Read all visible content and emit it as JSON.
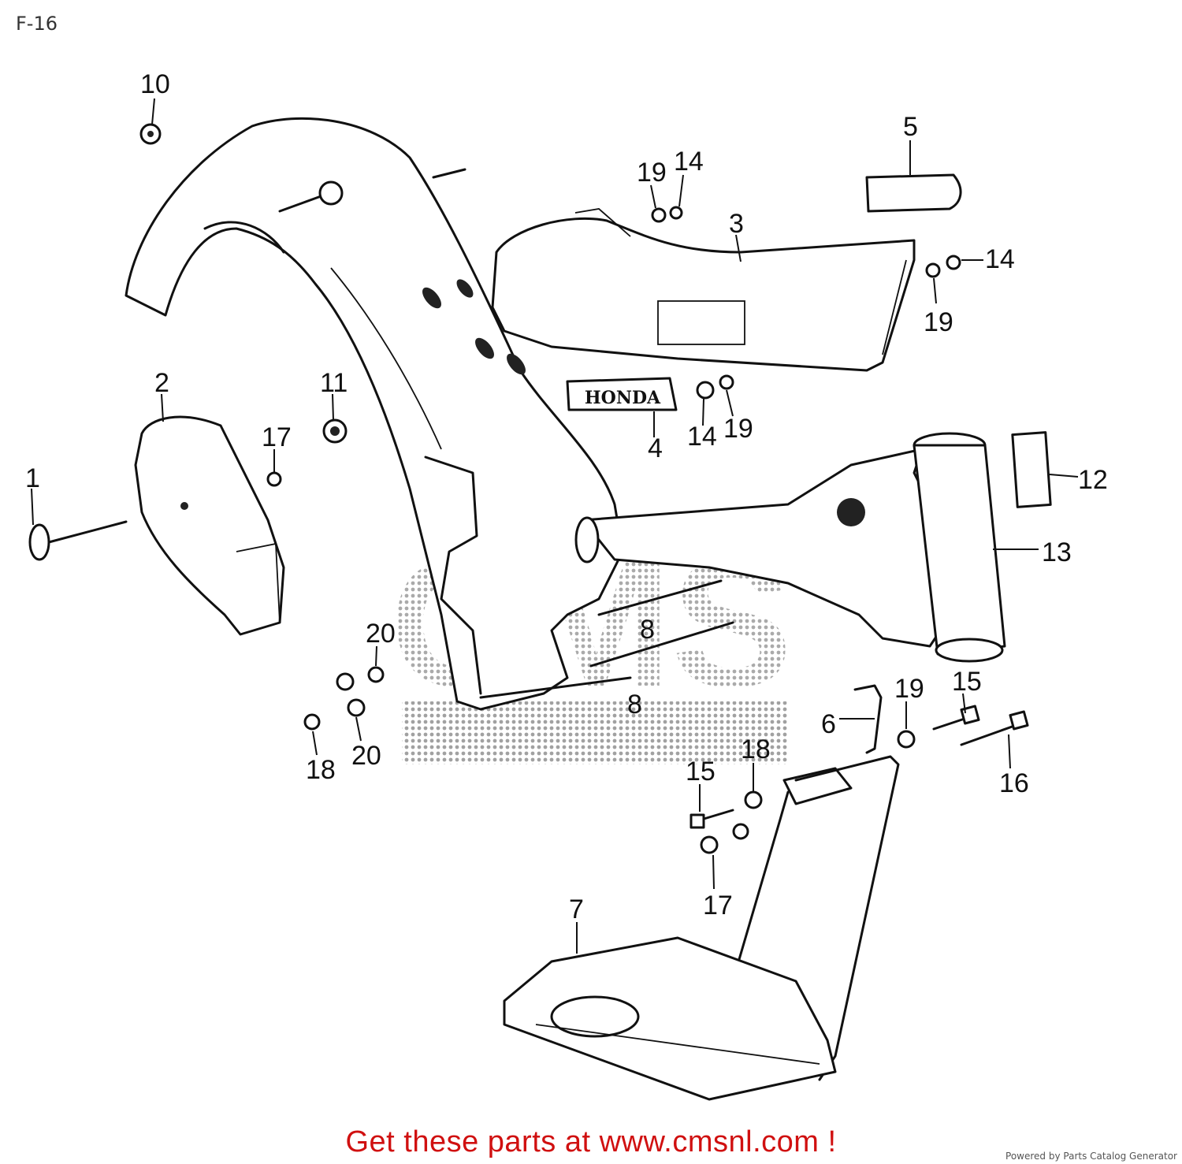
{
  "page": {
    "title": "F-16",
    "promo": "Get these parts at www.cmsnl.com !",
    "credit": "Powered by Parts Catalog Generator"
  },
  "watermark": {
    "text": "CMS"
  },
  "emblem": {
    "text": "HONDA"
  },
  "callouts": [
    {
      "id": "c10",
      "label": "10"
    },
    {
      "id": "c5",
      "label": "5"
    },
    {
      "id": "c19a",
      "label": "19"
    },
    {
      "id": "c14a",
      "label": "14"
    },
    {
      "id": "c3",
      "label": "3"
    },
    {
      "id": "c14b",
      "label": "14"
    },
    {
      "id": "c19b",
      "label": "19"
    },
    {
      "id": "c2",
      "label": "2"
    },
    {
      "id": "c11",
      "label": "11"
    },
    {
      "id": "c17a",
      "label": "17"
    },
    {
      "id": "c4",
      "label": "4"
    },
    {
      "id": "c14c",
      "label": "14"
    },
    {
      "id": "c19c",
      "label": "19"
    },
    {
      "id": "c1",
      "label": "1"
    },
    {
      "id": "c12",
      "label": "12"
    },
    {
      "id": "c13",
      "label": "13"
    },
    {
      "id": "c8a",
      "label": "8"
    },
    {
      "id": "c8b",
      "label": "8"
    },
    {
      "id": "c20a",
      "label": "20"
    },
    {
      "id": "c20b",
      "label": "20"
    },
    {
      "id": "c18a",
      "label": "18"
    },
    {
      "id": "c18b",
      "label": "18"
    },
    {
      "id": "c19d",
      "label": "19"
    },
    {
      "id": "c15a",
      "label": "15"
    },
    {
      "id": "c6",
      "label": "6"
    },
    {
      "id": "c16",
      "label": "16"
    },
    {
      "id": "c15b",
      "label": "15"
    },
    {
      "id": "c17b",
      "label": "17"
    },
    {
      "id": "c7",
      "label": "7"
    }
  ]
}
